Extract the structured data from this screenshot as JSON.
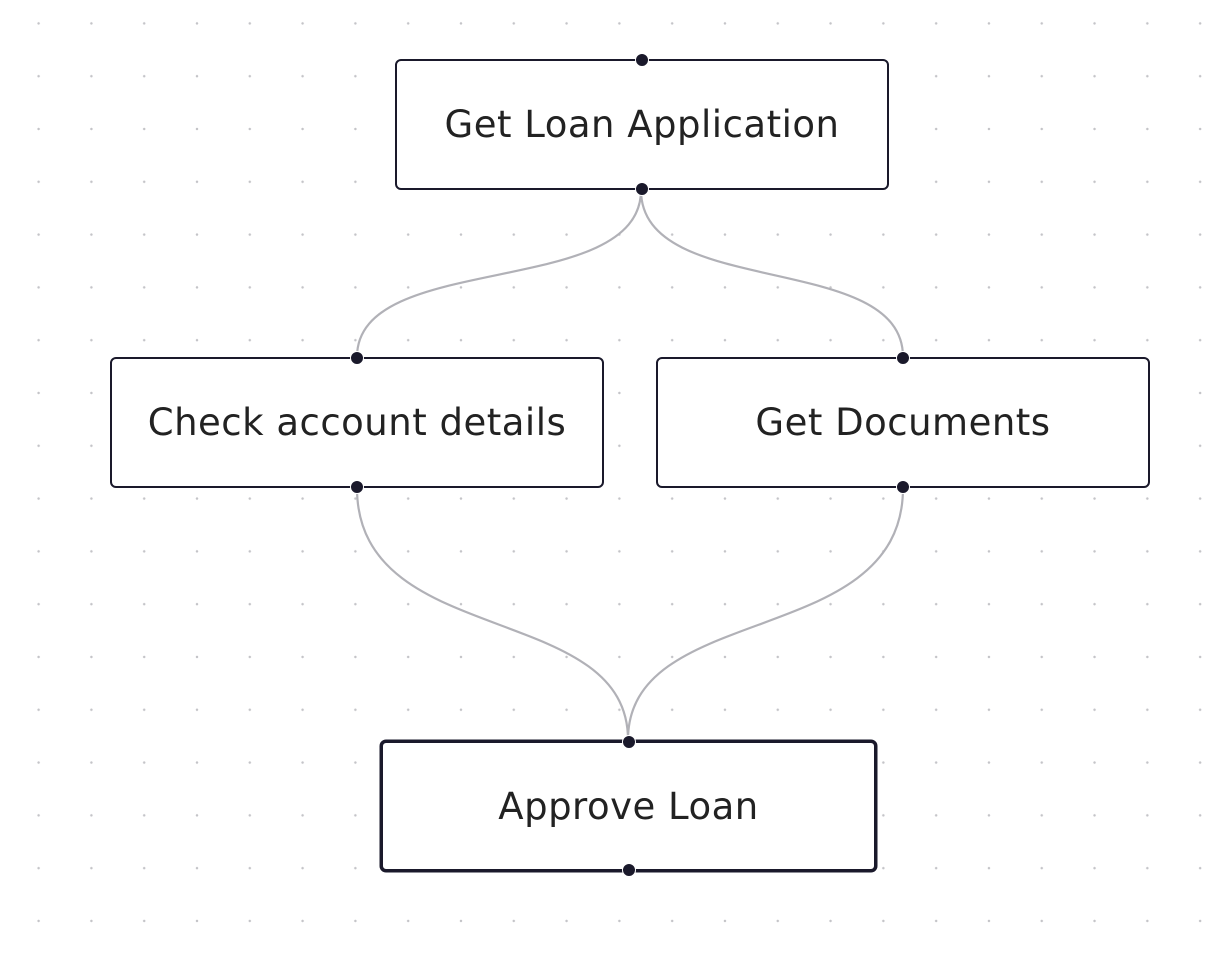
{
  "nodes": [
    {
      "id": "n1",
      "label": "Get Loan Application"
    },
    {
      "id": "n2",
      "label": "Check account details"
    },
    {
      "id": "n3",
      "label": "Get Documents"
    },
    {
      "id": "n4",
      "label": "Approve Loan"
    }
  ],
  "edges": [
    {
      "source": "n1",
      "target": "n2"
    },
    {
      "source": "n1",
      "target": "n3"
    },
    {
      "source": "n2",
      "target": "n4"
    },
    {
      "source": "n3",
      "target": "n4"
    }
  ],
  "colors": {
    "node_border": "#1a192b",
    "edge": "#b1b1b7",
    "handle": "#1a192b",
    "grid_dot": "#c4c4c8"
  }
}
